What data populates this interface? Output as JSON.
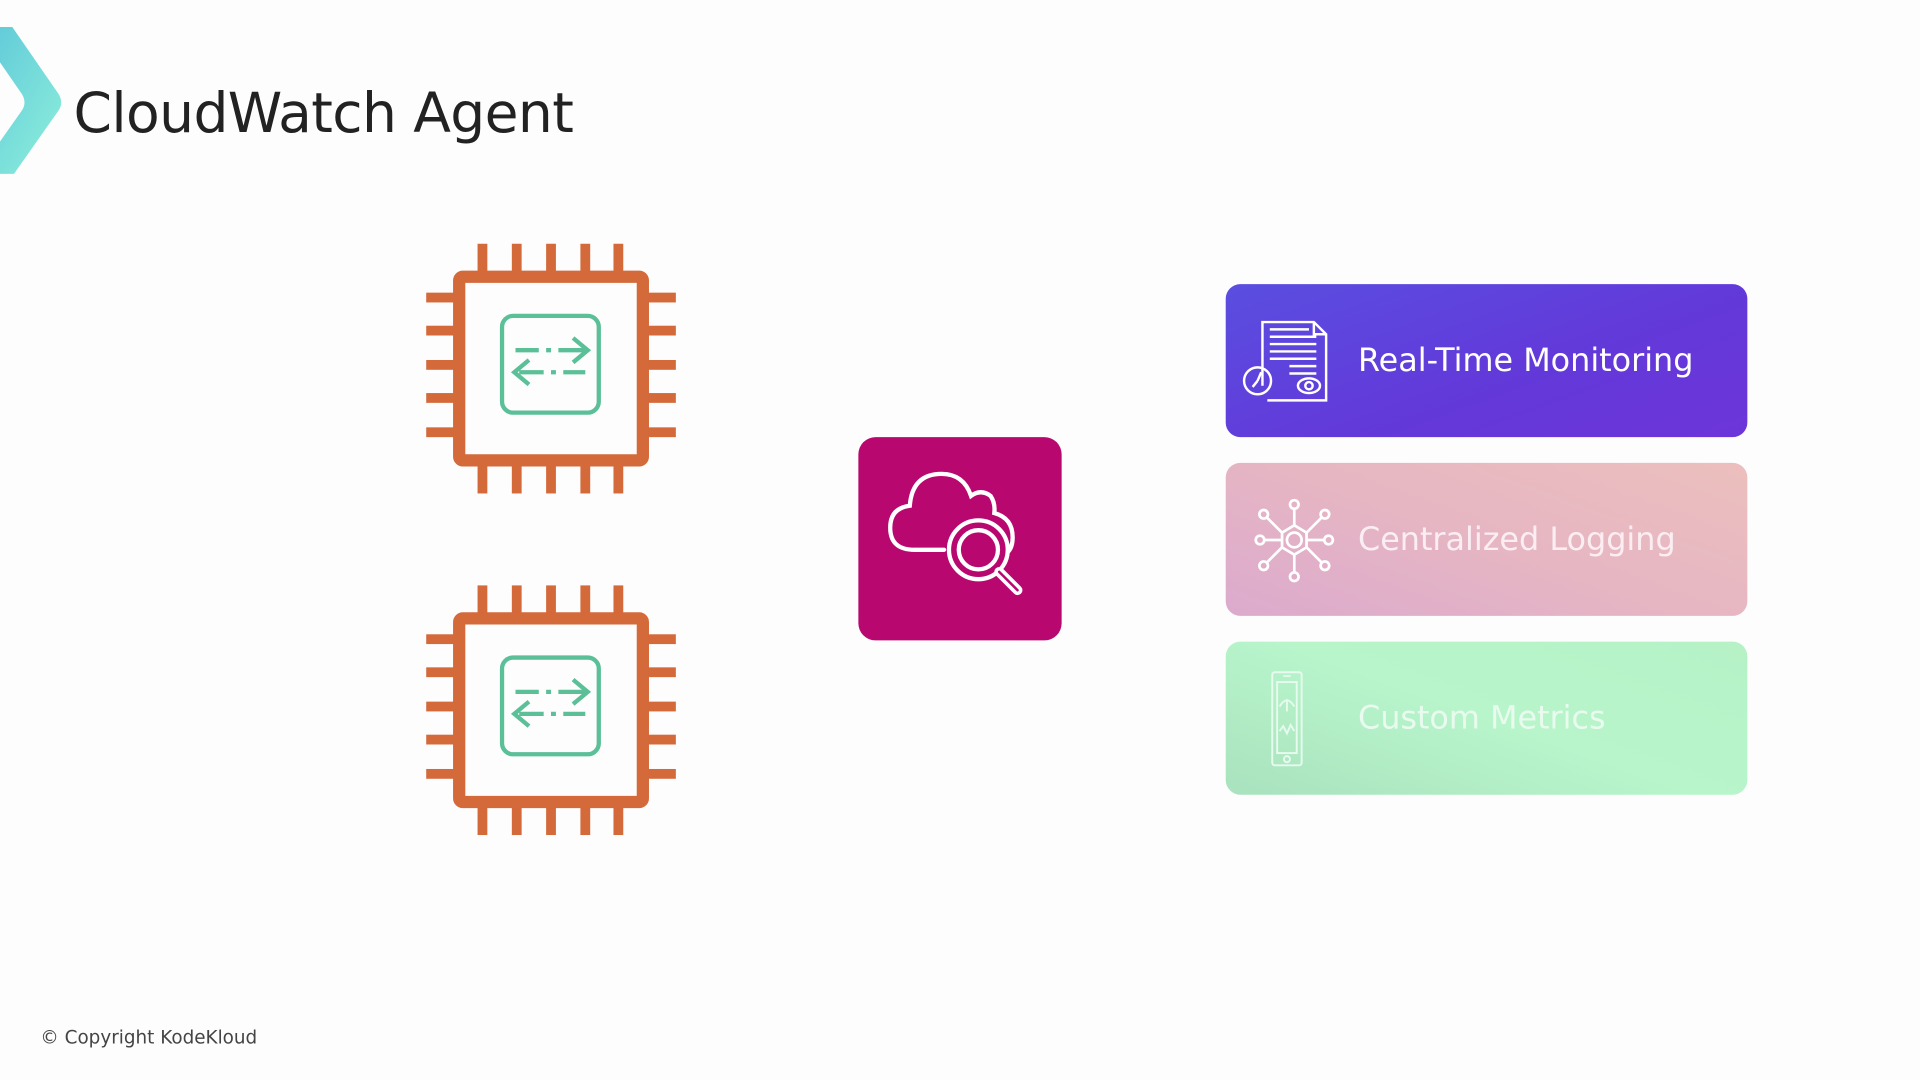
{
  "header": {
    "title": "CloudWatch Agent"
  },
  "diagram": {
    "instances": [
      {
        "icon": "ec2-instance-chip-icon"
      },
      {
        "icon": "ec2-instance-chip-icon"
      }
    ],
    "service": {
      "icon": "cloudwatch-cloud-search-icon"
    },
    "features": [
      {
        "label": "Real-Time Monitoring",
        "icon": "document-clock-eye-icon"
      },
      {
        "label": "Centralized Logging",
        "icon": "hub-network-icon"
      },
      {
        "label": "Custom Metrics",
        "icon": "tablet-metrics-icon"
      }
    ]
  },
  "footer": {
    "copyright": "© Copyright KodeKloud"
  },
  "colors": {
    "chip": "#d4693a",
    "chip_inner": "#5bbf98",
    "cloudwatch": "#b8086f",
    "card1": "#5a4ee0",
    "card2": "#e6b6c3",
    "card3": "#b8f5cb"
  }
}
